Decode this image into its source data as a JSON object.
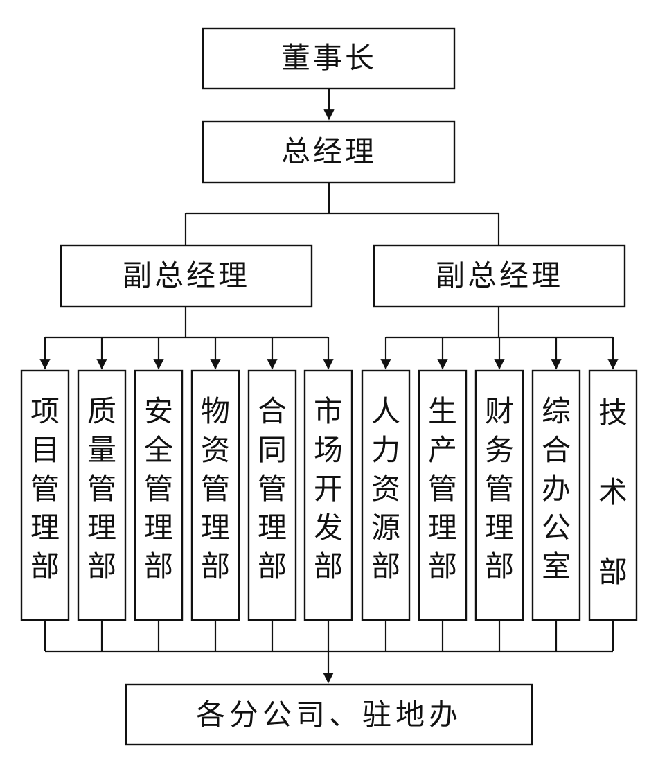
{
  "chart": {
    "chairman": "董事长",
    "general_manager": "总经理",
    "deputy_left": "副总经理",
    "deputy_right": "副总经理",
    "departments": [
      "项目管理部",
      "质量管理部",
      "安全管理部",
      "物资管理部",
      "合同管理部",
      "市场开发部",
      "人力资源部",
      "生产管理部",
      "财务管理部",
      "综合办公室",
      "技术部"
    ],
    "bottom": "各分公司、驻地办"
  }
}
